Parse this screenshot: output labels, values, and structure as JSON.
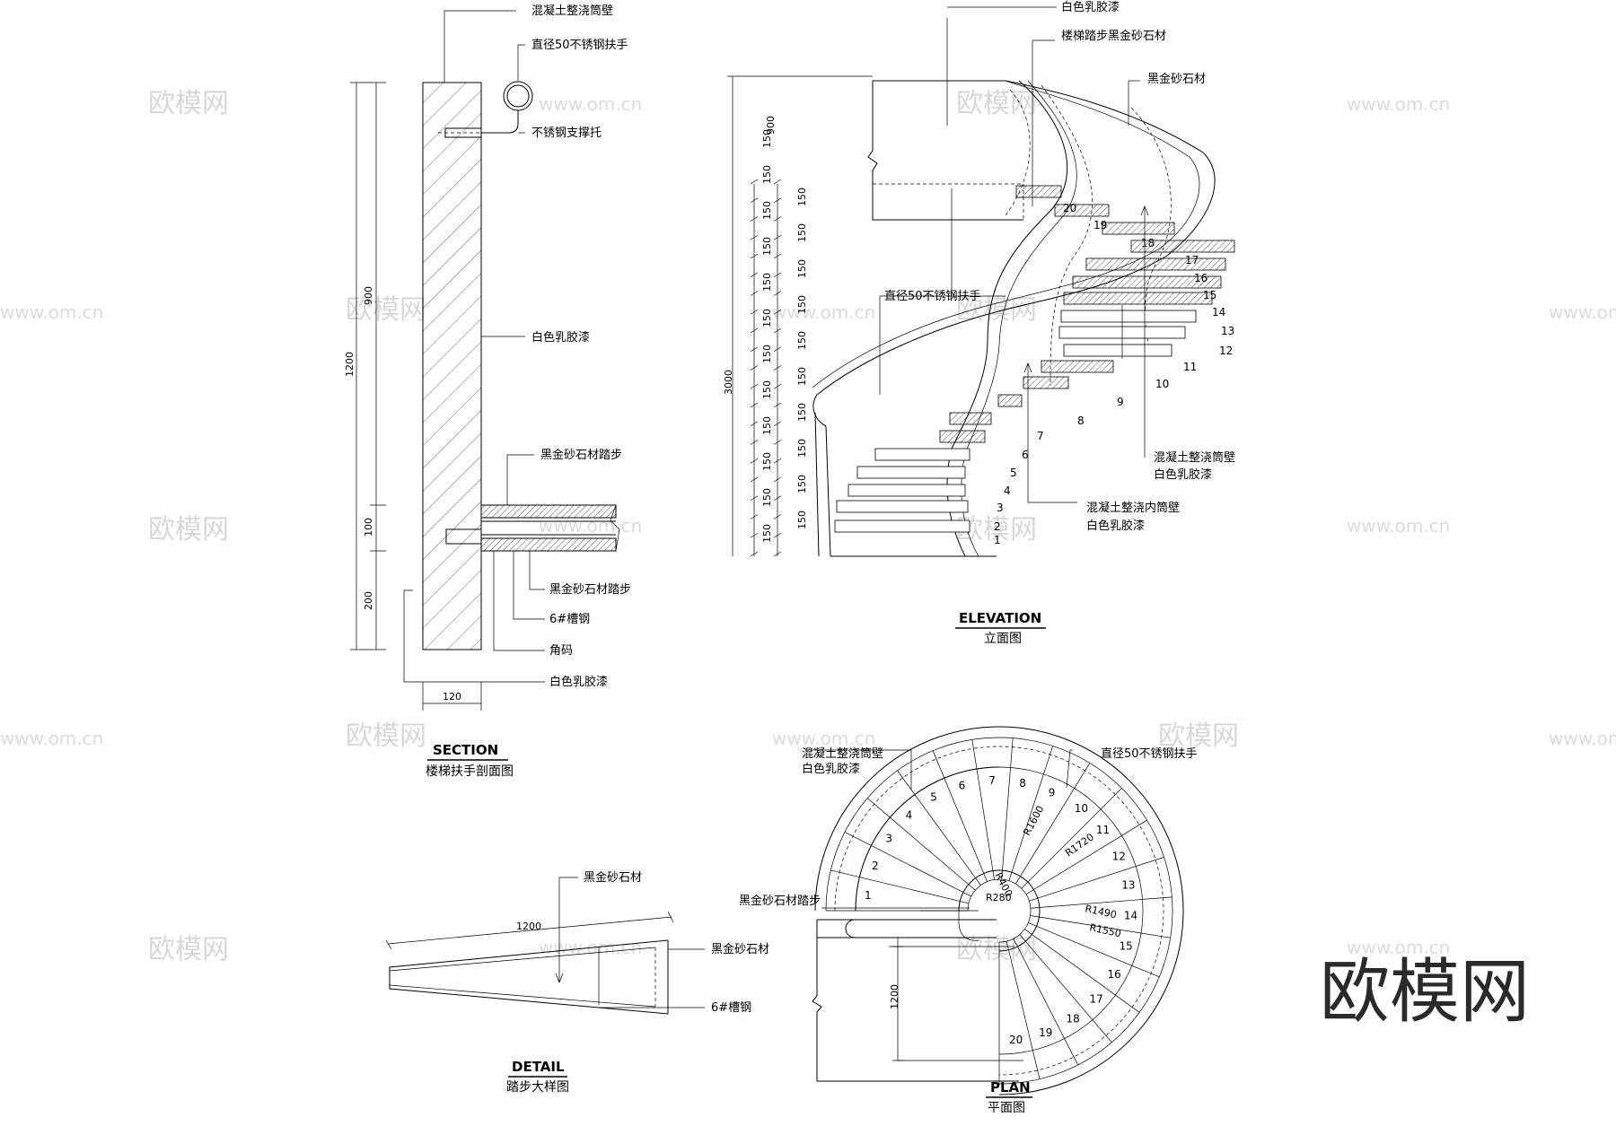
{
  "section": {
    "title": "SECTION",
    "subtitle": "楼梯扶手剖面图",
    "labels": [
      "混凝土整浇筒壁",
      "直径50不锈钢扶手",
      "不锈钢支撑托",
      "白色乳胶漆",
      "黑金砂石材踏步",
      "黑金砂石材踏步",
      "6#槽钢",
      "角码",
      "白色乳胶漆"
    ],
    "dims": {
      "total": "1200",
      "upper": "900",
      "middle": "100",
      "lower": "200",
      "width": "120"
    }
  },
  "elevation": {
    "title": "ELEVATION",
    "subtitle": "立面图",
    "labels": [
      "白色乳胶漆",
      "楼梯踏步黑金砂石材",
      "黑金砂石材",
      "直径50不锈钢扶手",
      "混凝土整浇筒壁",
      "白色乳胶漆",
      "混凝土整浇内筒壁",
      "白色乳胶漆"
    ],
    "dims": {
      "top": "900",
      "total": "3000",
      "riser": "150"
    },
    "steps": [
      "1",
      "2",
      "3",
      "4",
      "5",
      "6",
      "7",
      "8",
      "9",
      "10",
      "11",
      "12",
      "13",
      "14",
      "15",
      "16",
      "17",
      "18",
      "19",
      "20"
    ]
  },
  "detail": {
    "title": "DETAIL",
    "subtitle": "踏步大样图",
    "labels": [
      "黑金砂石材",
      "黑金砂石材",
      "6#槽钢"
    ],
    "dims": {
      "length": "1200"
    }
  },
  "plan": {
    "title": "PLAN",
    "subtitle": "平面图",
    "labels": [
      "混凝土整浇筒壁",
      "白色乳胶漆",
      "直径50不锈钢扶手",
      "黑金砂石材踏步"
    ],
    "radii": [
      "R1600",
      "R1720",
      "R400",
      "R280",
      "R1490",
      "R1550"
    ],
    "dims": {
      "landing": "1200"
    },
    "steps": [
      "1",
      "2",
      "3",
      "4",
      "5",
      "6",
      "7",
      "8",
      "9",
      "10",
      "11",
      "12",
      "13",
      "14",
      "15",
      "16",
      "17",
      "18",
      "19",
      "20"
    ]
  },
  "watermark": {
    "logo": "欧模网",
    "url": "www.om.cn",
    "brand": "欧模网"
  }
}
